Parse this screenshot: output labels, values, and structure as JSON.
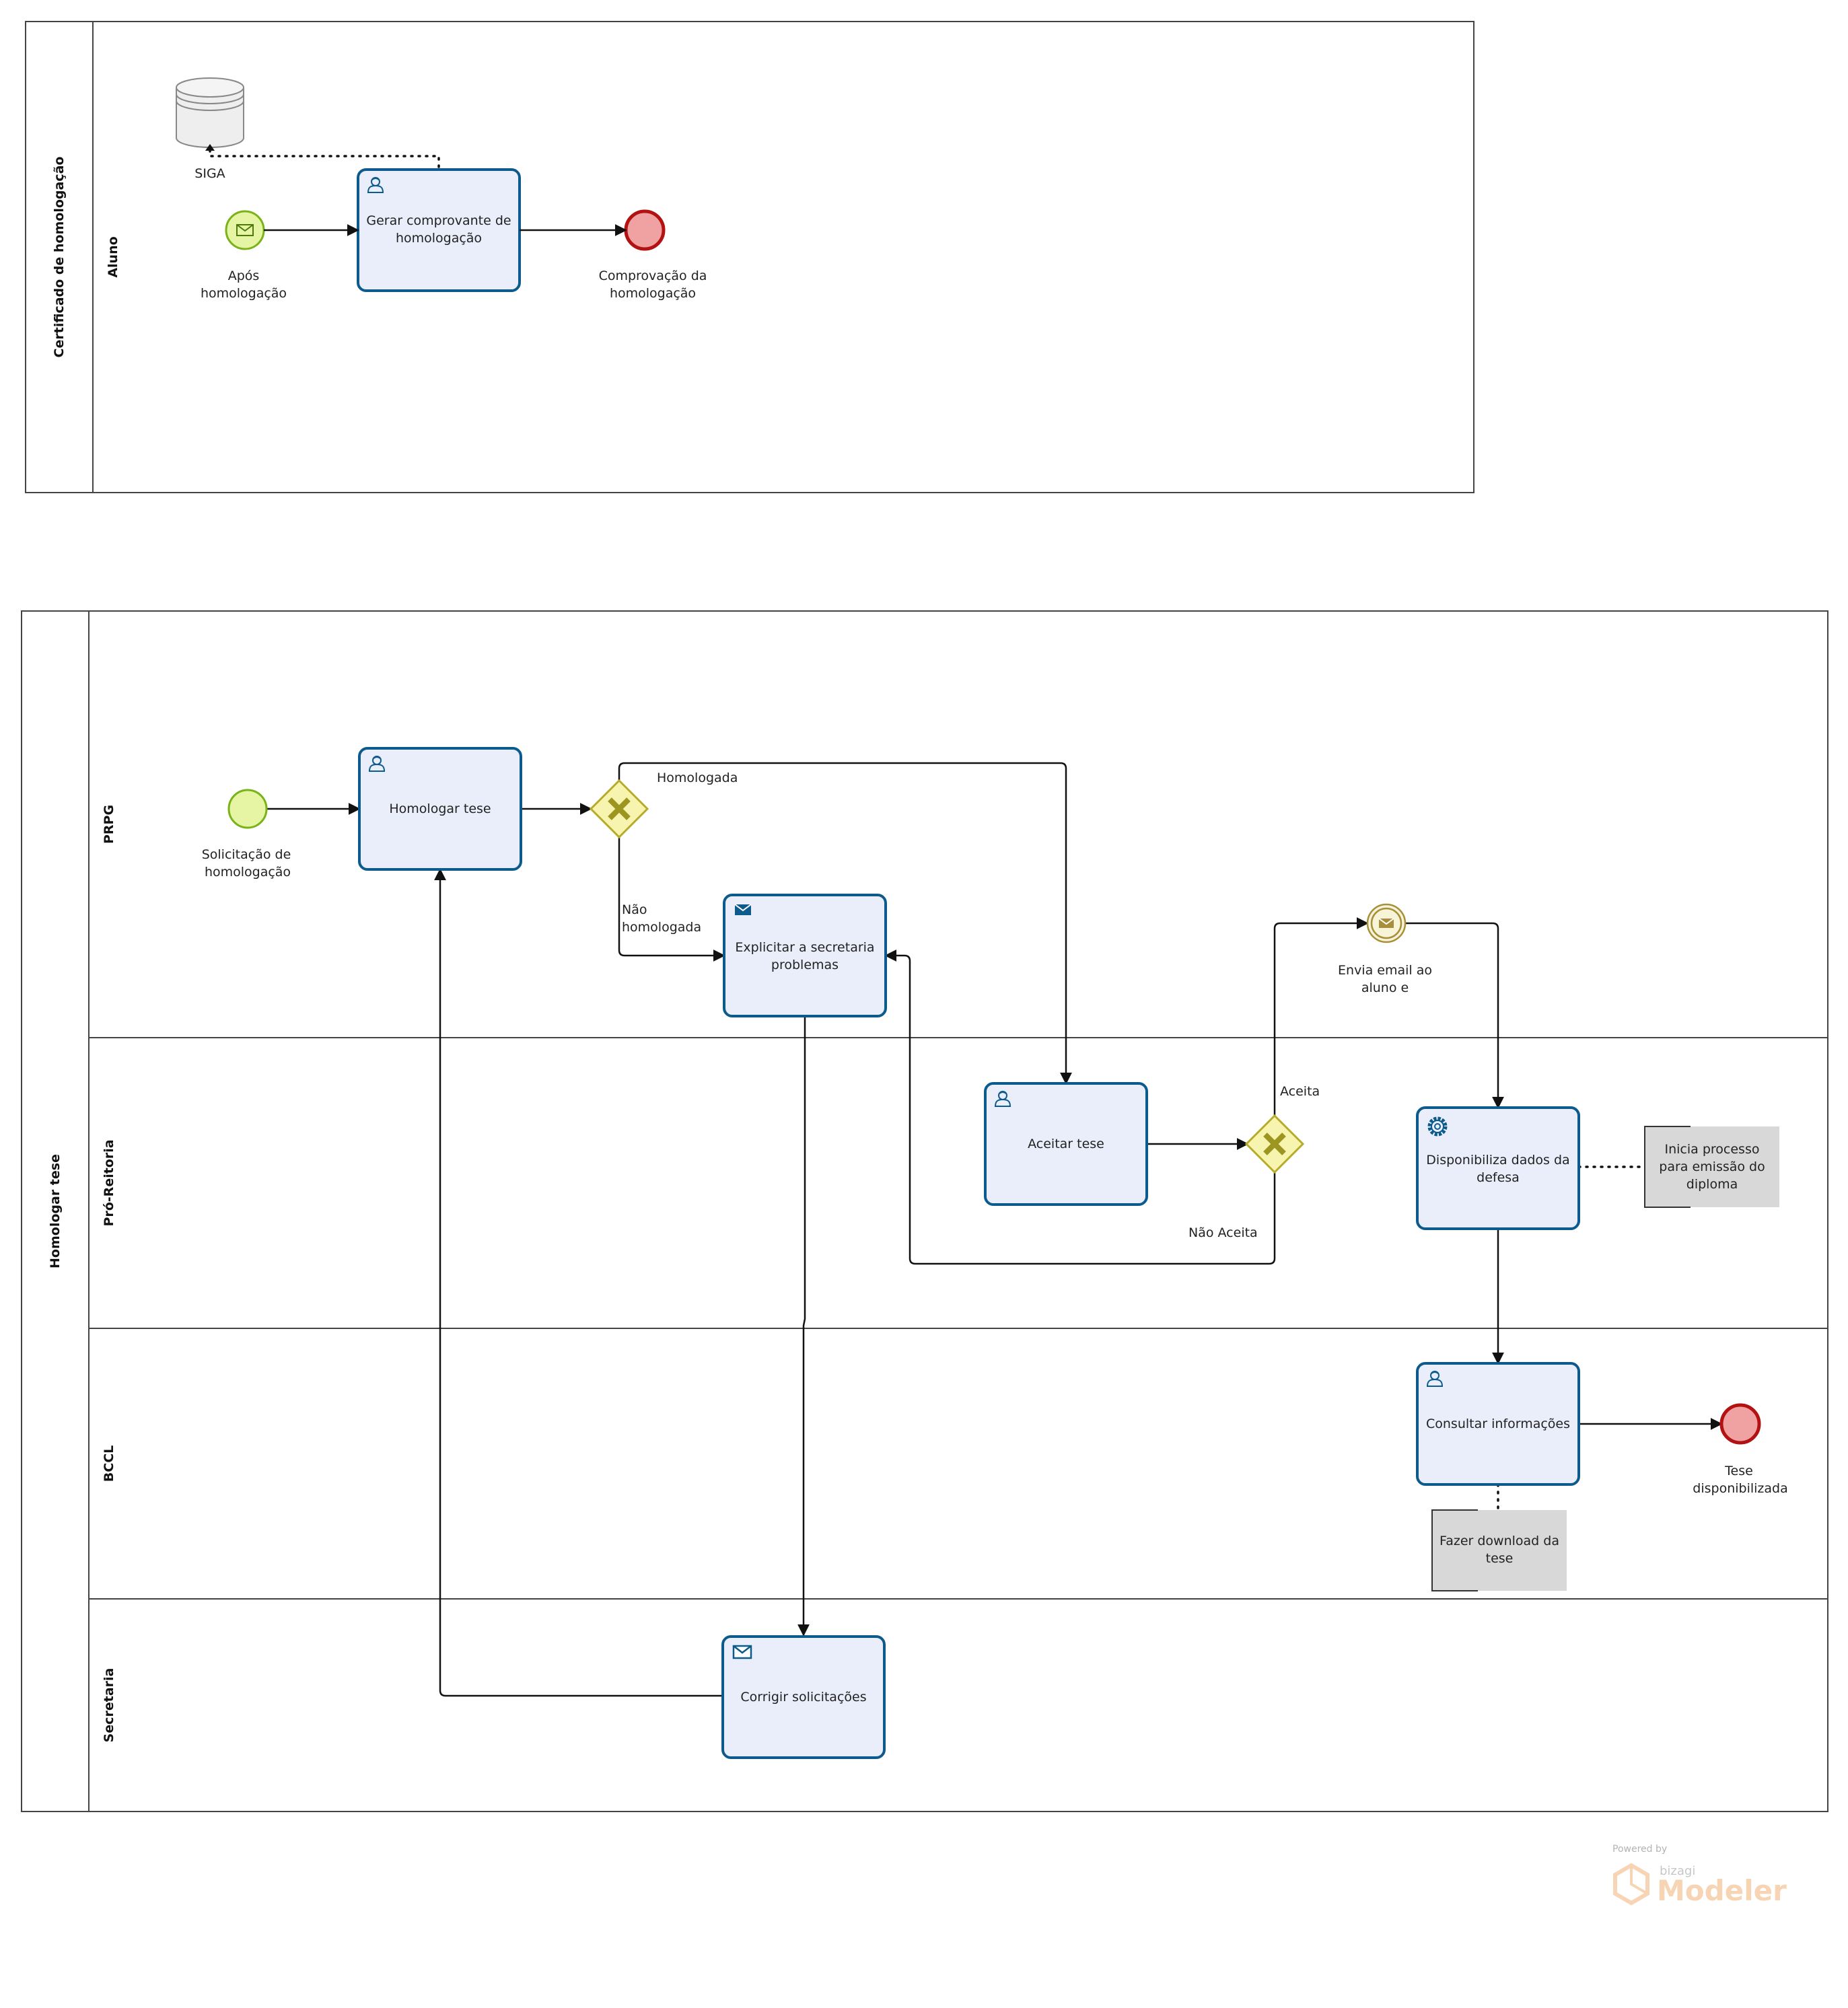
{
  "pools": [
    {
      "title": "Certificado de homologação",
      "lanes": [
        {
          "title": "Aluno"
        }
      ]
    },
    {
      "title": "Homologar tese",
      "lanes": [
        {
          "title": "PRPG"
        },
        {
          "title": "Pró-Reitoria"
        },
        {
          "title": "BCCL"
        },
        {
          "title": "Secretaria"
        }
      ]
    }
  ],
  "datastore": {
    "label": "SIGA"
  },
  "events": {
    "apos_homologacao": {
      "line1": "Após",
      "line2": "homologação",
      "type": "message-start"
    },
    "comprovacao": {
      "line1": "Comprovação da",
      "line2": "homologação",
      "type": "end"
    },
    "solicitacao": {
      "line1": "Solicitação de",
      "line2": "homologação",
      "type": "start"
    },
    "envia_email": {
      "line1": "Envia email ao",
      "line2": "aluno e",
      "type": "intermediate-message"
    },
    "tese_disponibilizada": {
      "line1": "Tese",
      "line2": "disponibilizada",
      "type": "end"
    }
  },
  "tasks": {
    "gerar": {
      "line1": "Gerar comprovante de",
      "line2": "homologação",
      "icon": "user-icon"
    },
    "homologar": {
      "line1": "Homologar tese",
      "line2": "",
      "icon": "user-icon"
    },
    "explicitar": {
      "line1": "Explicitar a secretaria",
      "line2": "problemas",
      "icon": "message-icon"
    },
    "aceitar": {
      "line1": "Aceitar tese",
      "line2": "",
      "icon": "user-icon"
    },
    "disponibiliza": {
      "line1": "Disponibiliza dados da",
      "line2": "defesa",
      "icon": "gear-icon"
    },
    "consultar": {
      "line1": "Consultar informações",
      "line2": "",
      "icon": "user-icon"
    },
    "corrigir": {
      "line1": "Corrigir solicitações",
      "line2": "",
      "icon": "message-icon"
    }
  },
  "annotations": {
    "inicia": {
      "line1": "Inicia processo",
      "line2": "para emissão do",
      "line3": "diploma"
    },
    "fazer": {
      "line1": "Fazer download da",
      "line2": "tese"
    }
  },
  "flow_labels": {
    "homologada": "Homologada",
    "nao_homologada_1": "Não",
    "nao_homologada_2": "homologada",
    "aceita": "Aceita",
    "nao_aceita": "Não Aceita"
  },
  "watermark": {
    "powered": "Powered by",
    "brand": "bizagi",
    "product": "Modeler"
  },
  "colors": {
    "task_fill": "#eaeefb",
    "task_stroke": "#0d5a8c",
    "start_fill": "#e6f5a3",
    "start_stroke": "#7ab317",
    "end_fill": "#f0a1a1",
    "end_stroke": "#b21212",
    "gateway_fill": "#f7f4b0",
    "gateway_stroke": "#b7ac29",
    "annotation_fill": "#d8d8d8",
    "watermark": "#f5c89c"
  }
}
